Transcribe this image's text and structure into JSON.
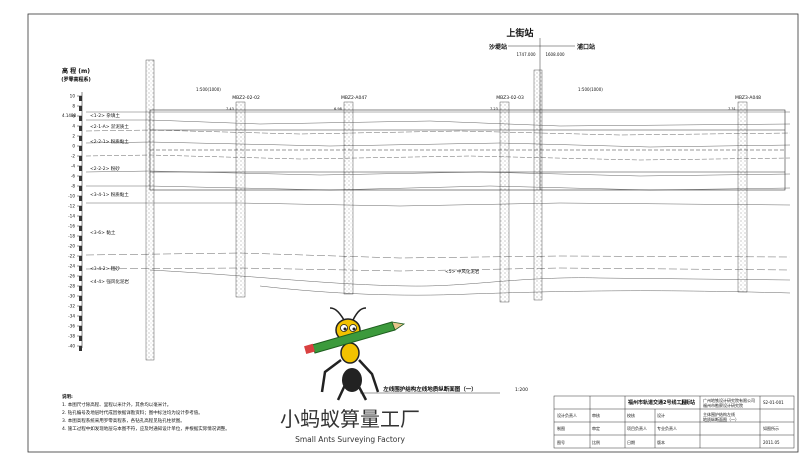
{
  "station": {
    "name": "上街站",
    "left": "沙堤站",
    "right": "浦口站",
    "km_left": "1747.000",
    "km_right": "1608.000"
  },
  "elevation_axis": {
    "title": "高 程 (m)",
    "subtitle": "(罗零高程系)",
    "ticks": [
      "10",
      "8",
      "6",
      "4",
      "2",
      "0",
      "-2",
      "-4",
      "-6",
      "-8",
      "-10",
      "-12",
      "-14",
      "-16",
      "-18",
      "-20",
      "-22",
      "-24",
      "-26",
      "-28",
      "-30",
      "-32",
      "-34",
      "-36",
      "-38",
      "-40"
    ],
    "origin_label": "4.1488"
  },
  "boreholes": [
    {
      "id": "MBZ2-02-02",
      "top": "7.43"
    },
    {
      "id": "MBZ2-A047",
      "top": "6.98"
    },
    {
      "id": "MBZ3-02-03",
      "top": "7.23"
    },
    {
      "id": "MBZ3-A048",
      "top": "7.31"
    }
  ],
  "strata_labels": [
    "<1-2> 杂填土",
    "<2-1-A> 淤泥质土",
    "<2-2-1> 粉质黏土",
    "<2-2-2> 粉砂",
    "<3-4-1> 粉质黏土",
    "<3-4-2> 粗砂",
    "<3-6> 黏土",
    "<4-4> 强风化泥岩",
    "<5> 中风化泥岩"
  ],
  "scale_labels": [
    "1:500(1000)",
    "1:500(1000)"
  ],
  "section_title": "左线围护结构左线地质纵断面图（一）",
  "section_scale": "1:200",
  "notes": {
    "heading": "说明:",
    "items": [
      "1. 本图尺寸除高程、里程以米计外，其余均以毫米计。",
      "2. 钻孔编号及地层时代成因依据详勘资料；图中标注均为设计参考值。",
      "3. 本图高程系统采用罗零高程系，各钻孔高程见钻孔柱状图。",
      "4. 施工过程中如发现地层与本图不符，应及时通知设计单位，并根据实际情况调整。"
    ]
  },
  "title_block": {
    "project": "福州市轨道交通2号线工程",
    "station": "上街站",
    "company_line1": "广州地铁设计研究院有限公司",
    "company_line2": "福州市勘察设计研究院",
    "drawing_name_line1": "主体围护结构左线",
    "drawing_name_line2": "地质纵断面图（一）",
    "drawing_no": "S2-01-001",
    "date": "2011.05",
    "scale": "如图所示",
    "labels": [
      "设计负责人",
      "审核",
      "校核",
      "设计",
      "制图",
      "审定",
      "项目负责人",
      "专业负责人",
      "图号",
      "比例",
      "日期",
      "版本"
    ]
  },
  "watermark": {
    "name_cn": "小蚂蚁算量工厂",
    "name_en": "Small Ants Surveying Factory"
  },
  "colors": {
    "line": "#333333",
    "hatch": "#777777",
    "text": "#111111"
  }
}
